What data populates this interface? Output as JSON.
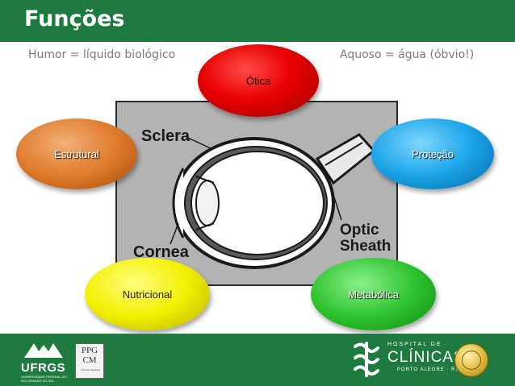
{
  "slide": {
    "title": "Funções",
    "left_note": "Humor = líquido biológico",
    "right_note": "Aquoso = água (óbvio!)"
  },
  "functions": [
    {
      "label": "Ótica",
      "color": "#e80000"
    },
    {
      "label": "Estrutural",
      "color": "#e07b2c"
    },
    {
      "label": "Proteção",
      "color": "#1aa4e8"
    },
    {
      "label": "Nutricional",
      "color": "#f2ef00"
    },
    {
      "label": "Metabólica",
      "color": "#2fc42f"
    }
  ],
  "eye_diagram": {
    "labels": {
      "sclera": "Sclera",
      "cornea": "Cornea",
      "optic_line1": "Optic",
      "optic_line2": "Sheath"
    }
  },
  "footer": {
    "ufrgs": {
      "name": "UFRGS",
      "subtitle": "UNIVERSIDADE FEDERAL DO RIO GRANDE DO SUL"
    },
    "ppgcm": {
      "top": "PPG",
      "bottom": "CM",
      "subtitle": "Ciências Médicas"
    },
    "hospital": {
      "line1": "HOSPITAL DE",
      "line2": "CLÍNICAS",
      "line3": "PORTO ALEGRE · RS"
    }
  },
  "colors": {
    "brand_green": "#1e7a3e"
  }
}
